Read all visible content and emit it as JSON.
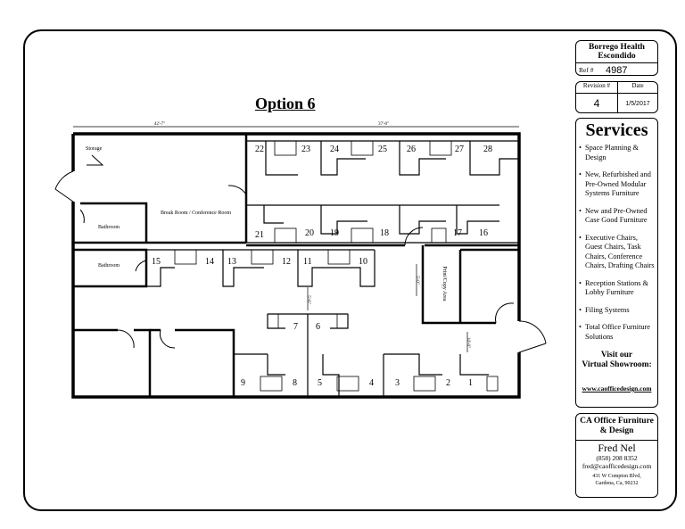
{
  "title": "Option 6",
  "client": {
    "line1": "Borrego Health",
    "line2": "Escondido",
    "ref_label": "Ref #",
    "ref_value": "4987"
  },
  "revision": {
    "label": "Revision #",
    "value": "4",
    "date_label": "Date",
    "date_value": "1/5/2017"
  },
  "services": {
    "heading": "Services",
    "items": [
      "Space Planning & Design",
      "New, Refurbished and Pre-Owned Modular Systems Furniture",
      "New and Pre-Owned Case Good Furniture",
      "Executive Chairs, Guest Chairs, Task Chairs, Conference Chairs, Drafting Chairs",
      "Reception Stations & Lobby Furniture",
      "Filing Systems",
      "Total Office Furniture Solutions"
    ],
    "visit_line1": "Visit our",
    "visit_line2": "Virtual Showroom:",
    "url": "www.caofficedesign.com"
  },
  "company": {
    "name_line1": "CA Office Furniture",
    "name_line2": "& Design",
    "contact": "Fred Nel",
    "phone": "(858) 208 8352",
    "email": "fred@caofficedesign.com",
    "address1": "431 W Compton Blvd,",
    "address2": "Gardena, Ca, 90232"
  },
  "plan": {
    "dim_left": "42'-7\"",
    "dim_right": "37'-0\"",
    "dim_aisle1": "5'-6\"",
    "dim_aisle2": "5'-0\"",
    "dim_aisle3": "10'-0\"",
    "rooms": {
      "storage": "Storage",
      "bath1": "Bathroom",
      "bath2": "Bathroom",
      "breakroom": "Break Room / Conference Room",
      "print": "Print/Copy Area"
    },
    "stations": [
      "1",
      "2",
      "3",
      "4",
      "5",
      "6",
      "7",
      "8",
      "9",
      "10",
      "11",
      "12",
      "13",
      "14",
      "15",
      "16",
      "17",
      "18",
      "19",
      "20",
      "21",
      "22",
      "23",
      "24",
      "25",
      "26",
      "27",
      "28"
    ]
  }
}
